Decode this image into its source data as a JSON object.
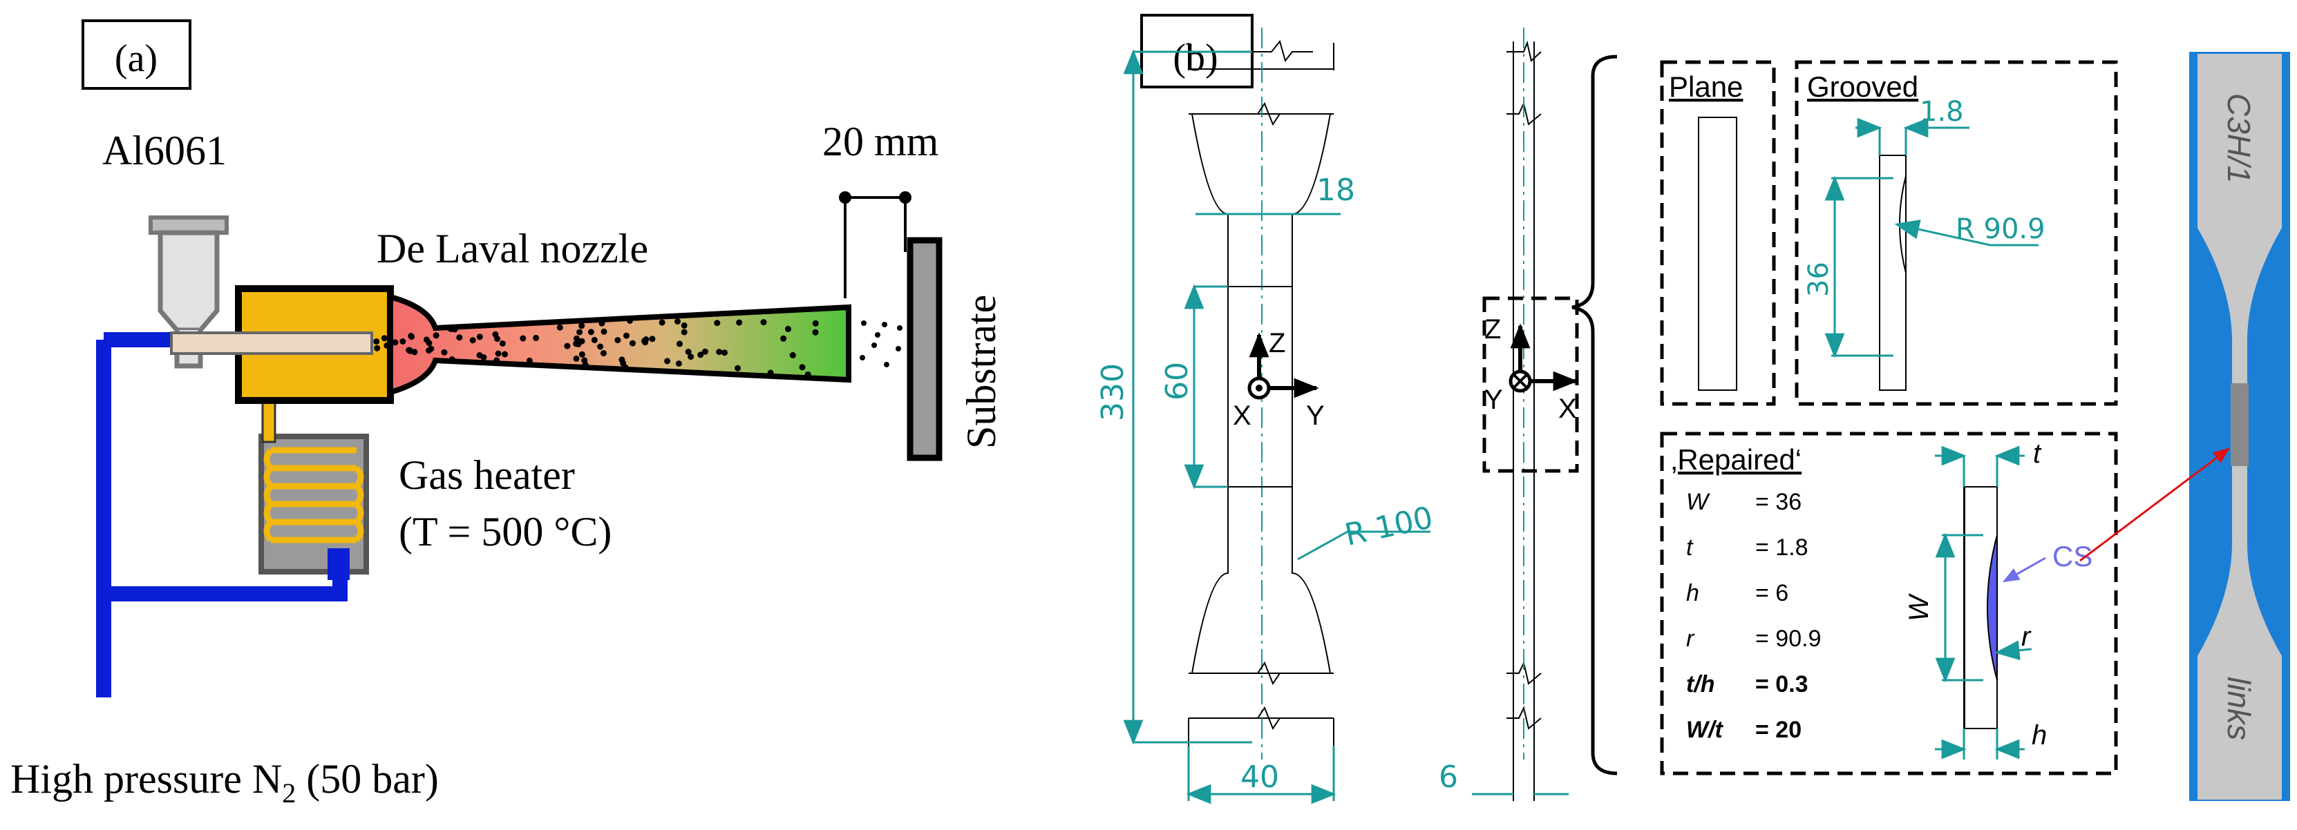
{
  "panel_a": {
    "label": "(a)",
    "feedstock": "Al6061",
    "nozzle": "De Laval nozzle",
    "standoff": "20 mm",
    "substrate": "Substrate",
    "heater_line1": "Gas heater",
    "heater_line2": "(T = 500 °C)",
    "gas_prefix": "High pressure N",
    "gas_sub": "2",
    "gas_suffix": " (50 bar)"
  },
  "panel_b": {
    "label": "(b)",
    "dim_length": "330",
    "dim_gauge": "60",
    "dim_neck": "18",
    "dim_width": "40",
    "dim_radius": "R 100",
    "dim_thickness": "6",
    "axis_z": "Z",
    "axis_y": "Y",
    "axis_x": "X",
    "axis_z2": "Z",
    "axis_y2": "Y",
    "axis_x2": "X",
    "plane_title": "Plane",
    "grooved_title": "Grooved",
    "grooved_depth": "1.8",
    "grooved_len": "36",
    "grooved_radius": "R 90.9",
    "repaired_title": "‚Repaired‘",
    "params": [
      {
        "name": "W",
        "value": "= 36",
        "bold": false
      },
      {
        "name": "t",
        "value": "= 1.8",
        "bold": false
      },
      {
        "name": "h",
        "value": "= 6",
        "bold": false
      },
      {
        "name": "r",
        "value": "= 90.9",
        "bold": false
      },
      {
        "name": "t/h",
        "value": "= 0.3",
        "bold": true
      },
      {
        "name": "W/t",
        "value": "= 20",
        "bold": true
      }
    ],
    "rep_t": "t",
    "rep_W": "W",
    "rep_r": "r",
    "rep_h": "h",
    "cs_label": "CS",
    "photo_top_text": "C3H/1",
    "photo_bottom_text": "links"
  },
  "colors": {
    "pipe": "#0a1fd6",
    "heater": "#f2b80f",
    "dimension": "#1a9a9a",
    "cs": "#6f6fe8",
    "arrow": "#e01010",
    "photo_bg": "#1b7fd6"
  }
}
